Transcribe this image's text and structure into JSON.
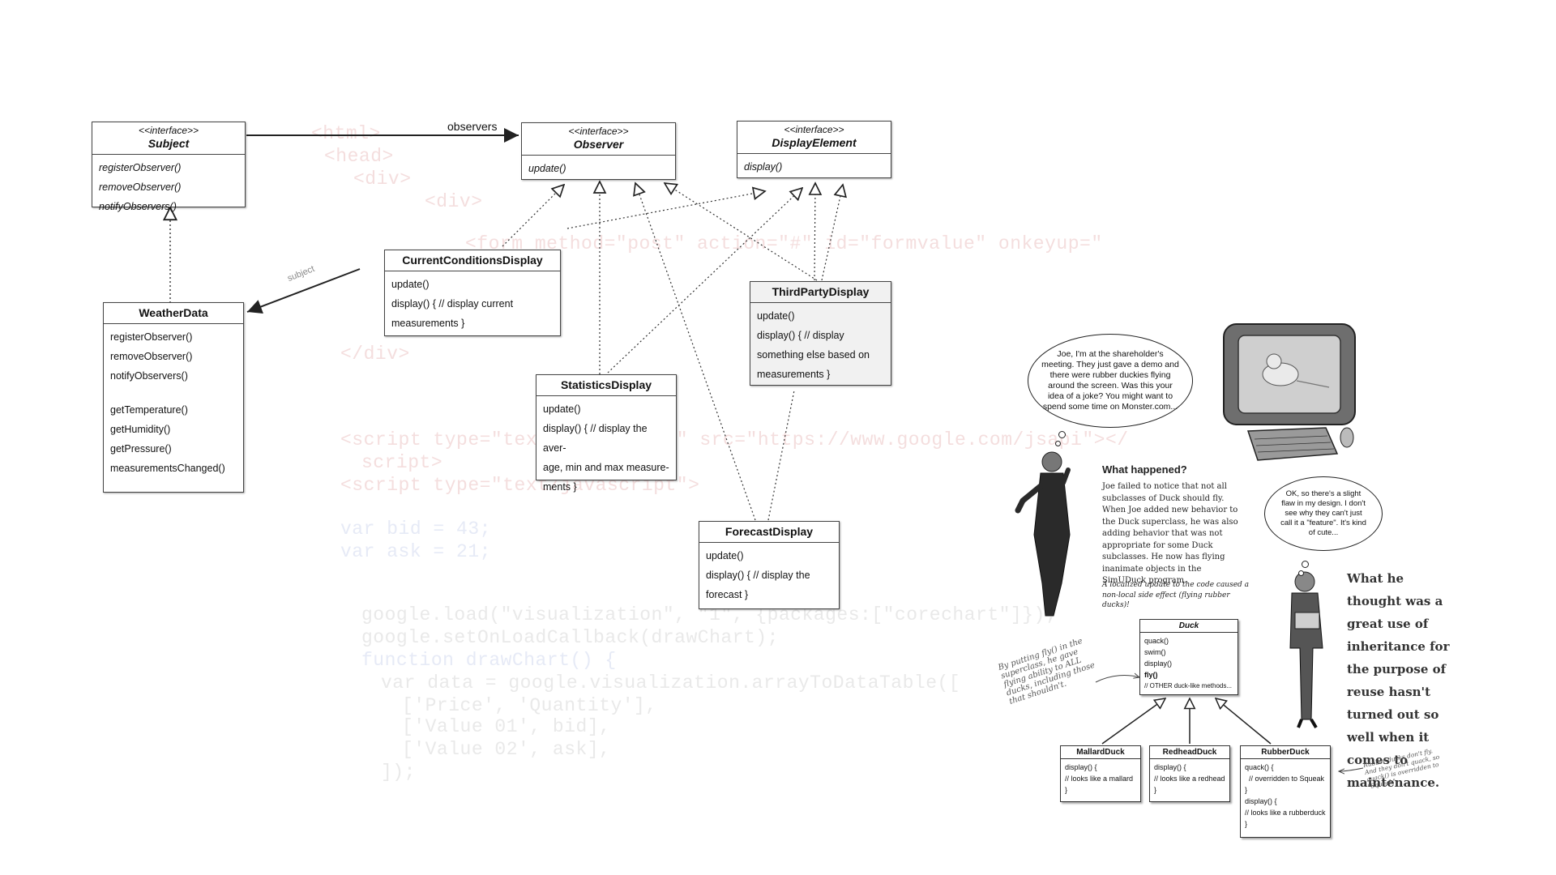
{
  "code_watermark": [
    {
      "text": "<html>",
      "tone": "pink"
    },
    {
      "text": "<head>",
      "tone": "pink"
    },
    {
      "text": "<div>",
      "tone": "pink"
    },
    {
      "text": "<div>",
      "tone": "pink"
    },
    {
      "text": "<form method=\"post\" action=\"#\" id=\"formvalue\" onkeyup=\"",
      "tone": "pink"
    },
    {
      "text": "()\" >",
      "tone": "pink"
    },
    {
      "text": "</div>",
      "tone": "pink"
    },
    {
      "text": "<script type=\"text/javascript\" src=\"https://www.google.com/jsapi\"></",
      "tone": "pink"
    },
    {
      "text": "script>",
      "tone": "pink"
    },
    {
      "text": "<script type=\"text/javascript\">",
      "tone": "pink"
    },
    {
      "text": "var bid = 43;",
      "tone": "blue"
    },
    {
      "text": "var ask = 21;",
      "tone": "blue"
    },
    {
      "text": "google.load(\"visualization\", \"1\", {packages:[\"corechart\"]});",
      "tone": "gray"
    },
    {
      "text": "google.setOnLoadCallback(drawChart);",
      "tone": "gray"
    },
    {
      "text": "function drawChart() {",
      "tone": "blue"
    },
    {
      "text": "var data = google.visualization.arrayToDataTable([",
      "tone": "gray"
    },
    {
      "text": "['Price', 'Quantity'],",
      "tone": "gray"
    },
    {
      "text": "['Value 01', bid],",
      "tone": "gray"
    },
    {
      "text": "['Value 02', ask],",
      "tone": "gray"
    },
    {
      "text": "]);",
      "tone": "gray"
    }
  ],
  "uml": {
    "subject": {
      "stereotype": "<<interface>>",
      "name": "Subject",
      "methods": [
        "registerObserver()",
        "removeObserver()",
        "notifyObservers()"
      ]
    },
    "observer": {
      "stereotype": "<<interface>>",
      "name": "Observer",
      "methods": [
        "update()"
      ]
    },
    "display_element": {
      "stereotype": "<<interface>>",
      "name": "DisplayElement",
      "methods": [
        "display()"
      ]
    },
    "weather_data": {
      "name": "WeatherData",
      "methods_a": [
        "registerObserver()",
        "removeObserver()",
        "notifyObservers()"
      ],
      "methods_b": [
        "getTemperature()",
        "getHumidity()",
        "getPressure()",
        "measurementsChanged()"
      ]
    },
    "current_conditions": {
      "name": "CurrentConditionsDisplay",
      "methods": [
        "update()",
        "display() { // display current",
        "measurements }"
      ]
    },
    "third_party": {
      "name": "ThirdPartyDisplay",
      "methods": [
        "update()",
        "display() { // display",
        "something else based on",
        "measurements }"
      ]
    },
    "statistics": {
      "name": "StatisticsDisplay",
      "methods": [
        "update()",
        "display() { // display the aver-",
        "age, min and max measure-",
        "ments }"
      ]
    },
    "forecast": {
      "name": "ForecastDisplay",
      "methods": [
        "update()",
        "display() { // display the",
        "forecast }"
      ]
    },
    "observers_label": "observers",
    "subject_label": "subject"
  },
  "comic": {
    "bubble1": "Joe, I'm at the shareholder's meeting. They just gave a demo and there were rubber duckies flying around the screen. Was this your idea of a joke? You might want to spend some time on Monster.com...",
    "what_happened_title": "What happened?",
    "what_happened_body": "Joe failed to notice that not all subclasses of Duck should fly. When Joe added new behavior to the Duck superclass, he was also adding behavior that was not appropriate for some Duck subclasses. He now has flying inanimate objects in the SimUDuck program.",
    "localized_note": "A localized update to the code caused a non-local side effect (flying rubber ducks)!",
    "bubble2": "OK, so there's a slight flaw in my design. I don't see why they can't just call it a \"feature\". It's kind of cute...",
    "side_note": "What he thought was a great use of inheritance for the purpose of reuse hasn't turned out so well when it comes to maintenance.",
    "hand_note_left": "By putting fly() in the superclass, he gave flying ability to ALL ducks, including those that shouldn't.",
    "hand_note_right": "Rubber ducks don't fly. And they don't quack, so quack() is overridden to \"Squeak\".",
    "duck": {
      "name": "Duck",
      "methods": [
        "quack()",
        "swim()",
        "display()",
        "fly()",
        "// OTHER duck-like methods..."
      ]
    },
    "mallard": {
      "name": "MallardDuck",
      "methods": [
        "display() {",
        "// looks like a mallard",
        "}"
      ]
    },
    "redhead": {
      "name": "RedheadDuck",
      "methods": [
        "display() {",
        "// looks like a redhead",
        "}"
      ]
    },
    "rubber": {
      "name": "RubberDuck",
      "methods": [
        "quack() {",
        "  // overridden to Squeak",
        "}",
        "display() {",
        "// looks like a rubberduck",
        "}"
      ]
    }
  },
  "colors": {
    "line": "#222222",
    "box_gray": "#f1f1f1"
  }
}
